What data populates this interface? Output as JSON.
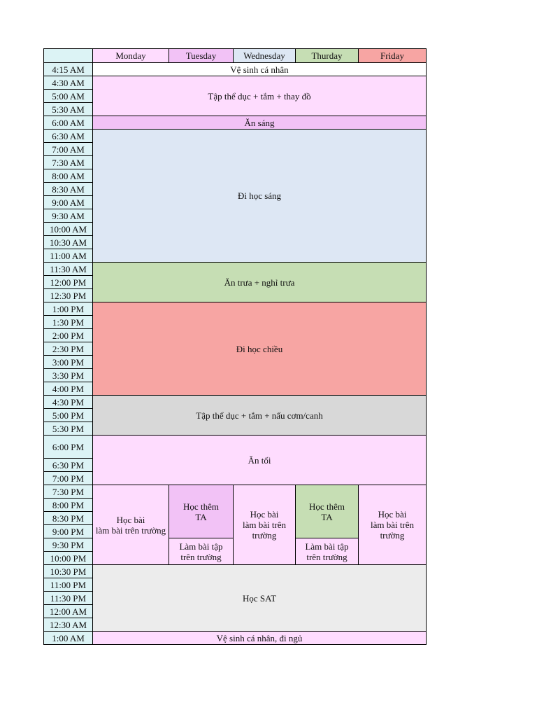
{
  "headers": {
    "corner": "",
    "monday": "Monday",
    "tuesday": "Tuesday",
    "wednesday": "Wednesday",
    "thursday": "Thurday",
    "friday": "Friday"
  },
  "times": [
    "4:15 AM",
    "4:30 AM",
    "5:00 AM",
    "5:30 AM",
    "6:00 AM",
    "6:30 AM",
    "7:00 AM",
    "7:30 AM",
    "8:00 AM",
    "8:30 AM",
    "9:00 AM",
    "9:30 AM",
    "10:00 AM",
    "10:30 AM",
    "11:00 AM",
    "11:30 AM",
    "12:00 PM",
    "12:30 PM",
    "1:00 PM",
    "1:30 PM",
    "2:00 PM",
    "2:30 PM",
    "3:00 PM",
    "3:30 PM",
    "4:00 PM",
    "4:30 PM",
    "5:00 PM",
    "5:30 PM",
    "6:00 PM",
    "6:30 PM",
    "7:00 PM",
    "7:30 PM",
    "8:00 PM",
    "8:30 PM",
    "9:00 PM",
    "9:30 PM",
    "10:00 PM",
    "10:30 PM",
    "11:00 PM",
    "11:30 PM",
    "12:00 AM",
    "12:30 AM",
    "1:00 AM"
  ],
  "activities": {
    "ve_sinh": "Vệ sinh cá nhân",
    "tap_the_duc_sang": "Tập thể dục + tắm + thay đồ",
    "an_sang": "Ăn sáng",
    "di_hoc_sang": "Đi học sáng",
    "an_trua": "Ăn trưa + nghỉ trưa",
    "di_hoc_chieu": "Đi học chiều",
    "tap_the_duc_chieu": "Tập thể dục + tắm + nấu cơm/canh",
    "an_toi": "Ăn tối",
    "mon_evening": "Học bài\nlàm bài trên trường",
    "tue_evening_top": "Học thêm\nTA",
    "tue_evening_bottom": "Làm bài tập\ntrên trường",
    "wed_evening": "Học bài\nlàm bài trên\ntrường",
    "thu_evening_top": "Học thêm\nTA",
    "thu_evening_bottom": "Làm bài tập\ntrên trường",
    "fri_evening": "Học bài\nlàm bài trên\ntrường",
    "hoc_sat": "Học SAT",
    "ve_sinh_di_ngu": "Vệ sinh cá nhân, đi ngủ"
  }
}
